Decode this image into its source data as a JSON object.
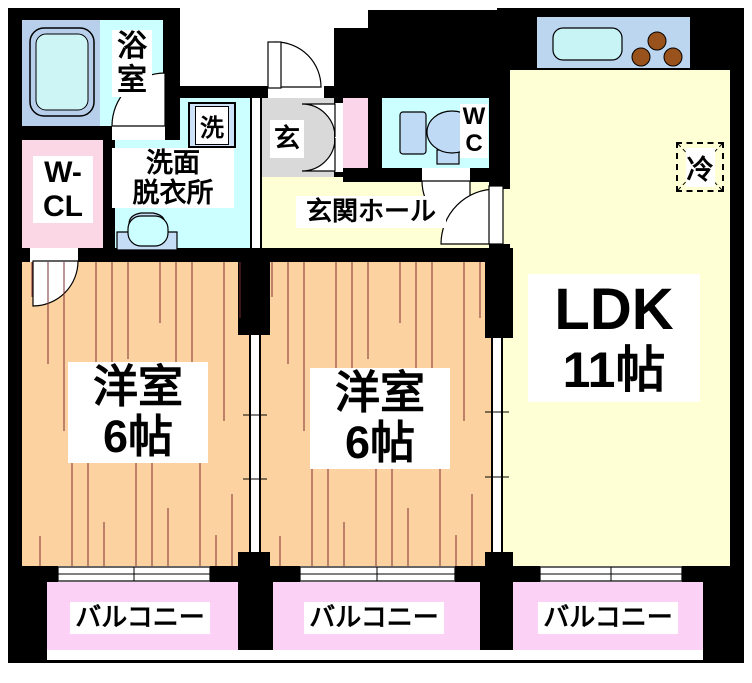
{
  "colors": {
    "cyan": "#ccffff",
    "tubblock": "#b8cfec",
    "tub": "#cdf5f6",
    "wclpink": "#fbd6e4",
    "closetpink": "#fbd5e9",
    "gray": "#d9d9d9",
    "yellow": "#ffffd6",
    "peach": "#fcd3a0",
    "balconypink": "#fcd1f6",
    "counter": "#bcd6f0",
    "sink": "#c9f4f6",
    "burner": "#99521b",
    "toilet": "#bfdaf5",
    "texture": "#7b2f2f",
    "wall": "#000000"
  },
  "rooms": {
    "bathroom": {
      "label": "浴室"
    },
    "walk_in_closet": {
      "line1": "W-",
      "line2": "CL"
    },
    "washroom": {
      "line1": "洗面",
      "line2": "脱衣所"
    },
    "washing_machine": {
      "label": "洗"
    },
    "entrance": {
      "label": "玄"
    },
    "entrance_hall": {
      "label": "玄関ホール"
    },
    "toilet": {
      "line1": "W",
      "line2": "C"
    },
    "ldk": {
      "line1": "LDK",
      "line2": "11帖"
    },
    "refrigerator": {
      "label": "冷"
    },
    "bedroom_left": {
      "line1": "洋室",
      "line2": "6帖"
    },
    "bedroom_center": {
      "line1": "洋室",
      "line2": "6帖"
    },
    "balcony_left": {
      "label": "バルコニー"
    },
    "balcony_center": {
      "label": "バルコニー"
    },
    "balcony_right": {
      "label": "バルコニー"
    }
  }
}
